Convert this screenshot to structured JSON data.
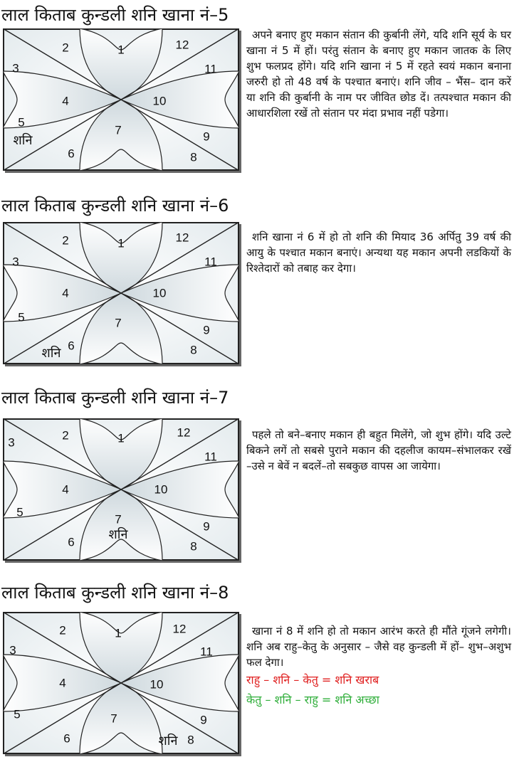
{
  "sections": [
    {
      "heading": "लाल किताब कुन्डली शनि खाना नं–5",
      "numbers": [
        "1",
        "2",
        "3",
        "4",
        "5",
        "6",
        "7",
        "8",
        "9",
        "10",
        "11",
        "12"
      ],
      "planet": "शनि",
      "text": "अपने बनाए हुए मकान संतान की कुर्बानी लेंगे, यदि शनि सूर्य के घर खाना नं 5 में हों। परंतु संतान के बनाए हुए मकान जातक के लिए शुभ फलप्रद होंगे। यदि शनि खाना नं 5 में रहते स्वयं मकान बनाना जरुरी हो तो 48 वर्ष के पश्चात बनाएं। शनि जीव – भैंस– दान करें या शनि की कुर्बानी के नाम पर जीवित छोड दें। तत्पश्चात मकान की आधारशिला रखें तो संतान पर मंदा प्रभाव नहीं पडेगा।"
    },
    {
      "heading": "लाल किताब कुन्डली शनि खाना नं–6",
      "numbers": [
        "1",
        "2",
        "3",
        "4",
        "5",
        "6",
        "7",
        "8",
        "9",
        "10",
        "11",
        "12"
      ],
      "planet": "शनि",
      "text": "शनि खाना नं 6 में हो तो शनि की मियाद 36 अर्पितु 39 वर्ष की आयु के पश्चात मकान बनाएं। अन्यथा यह मकान अपनी लडकियों के रिश्तेदारों को तबाह कर देगा।"
    },
    {
      "heading": "लाल किताब कुन्डली शनि खाना नं–7",
      "numbers": [
        "1",
        "2",
        "3",
        "4",
        "5",
        "6",
        "7",
        "8",
        "9",
        "10",
        "11",
        "12"
      ],
      "planet": "शनि",
      "text": "पहले तो बने–बनाए मकान ही बहुत मिलेंगे, जो शुभ होंगे। यदि उल्टे बिकने लगें तो सबसे पुराने मकान की दहलीज कायम–संभालकर रखें –उसे न बेवें न बदलें–तो सबकुछ वापस आ जायेगा।"
    },
    {
      "heading": "लाल किताब कुन्डली शनि खाना नं–8",
      "numbers": [
        "1",
        "2",
        "3",
        "4",
        "5",
        "6",
        "7",
        "8",
        "9",
        "10",
        "11",
        "12"
      ],
      "planet": "शनि",
      "text": "खाना नं 8 में शनि हो तो मकान आरंभ करते ही मौंते गूंजने लगेगी। शनि अब राहु–केतु के अनुसार – जैसे वह कुन्डली में हों– शुभ–अशुभ फल देगा।",
      "red_line": "राहु – शनि – केतु = शनि खराब",
      "green_line": "केतु – शनि – राहु = शनि अच्छा"
    }
  ],
  "colors": {
    "bad": "#e02020",
    "good": "#2fae3a",
    "petal": "#dfe6ea"
  }
}
